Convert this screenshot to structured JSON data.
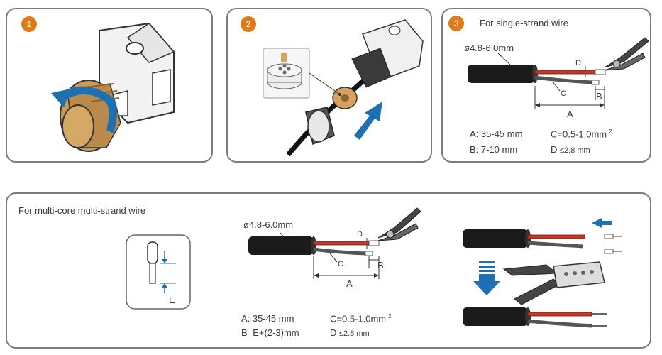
{
  "step1": {
    "number": "1"
  },
  "step2": {
    "number": "2"
  },
  "step3": {
    "number": "3",
    "title": "For single-strand wire",
    "diameter": "ø4.8-6.0mm",
    "labels": {
      "a": "A",
      "b": "B",
      "c": "C",
      "d": "D"
    },
    "spec_a": "A: 35-45 mm",
    "spec_b": "B: 7-10 mm",
    "spec_c": "C=0.5-1.0mm",
    "spec_c_sup": "2",
    "spec_d_prefix": "D ",
    "spec_d_value": "≤2.8 mm"
  },
  "multi": {
    "title": "For multi-core multi-strand wire",
    "ferrule_label": "E",
    "diameter": "ø4.8-6.0mm",
    "labels": {
      "a": "A",
      "b": "B",
      "c": "C",
      "d": "D"
    },
    "spec_a": "A: 35-45 mm",
    "spec_b": "B=E+(2-3)mm",
    "spec_c": "C=0.5-1.0mm",
    "spec_c_sup": "2",
    "spec_d_prefix": "D ",
    "spec_d_value": "≤2.8 mm"
  },
  "colors": {
    "badge": "#e07b1a",
    "arrow_blue": "#1f6fb3",
    "brass": "#b98a4c",
    "wire_red": "#c0392b",
    "frame": "#7b7b7b"
  },
  "icons": [
    "connector-nut-rotate-icon",
    "cable-gland-assembly-icon",
    "stripper-plier-icon",
    "crimp-tool-icon",
    "ferrule-icon"
  ]
}
